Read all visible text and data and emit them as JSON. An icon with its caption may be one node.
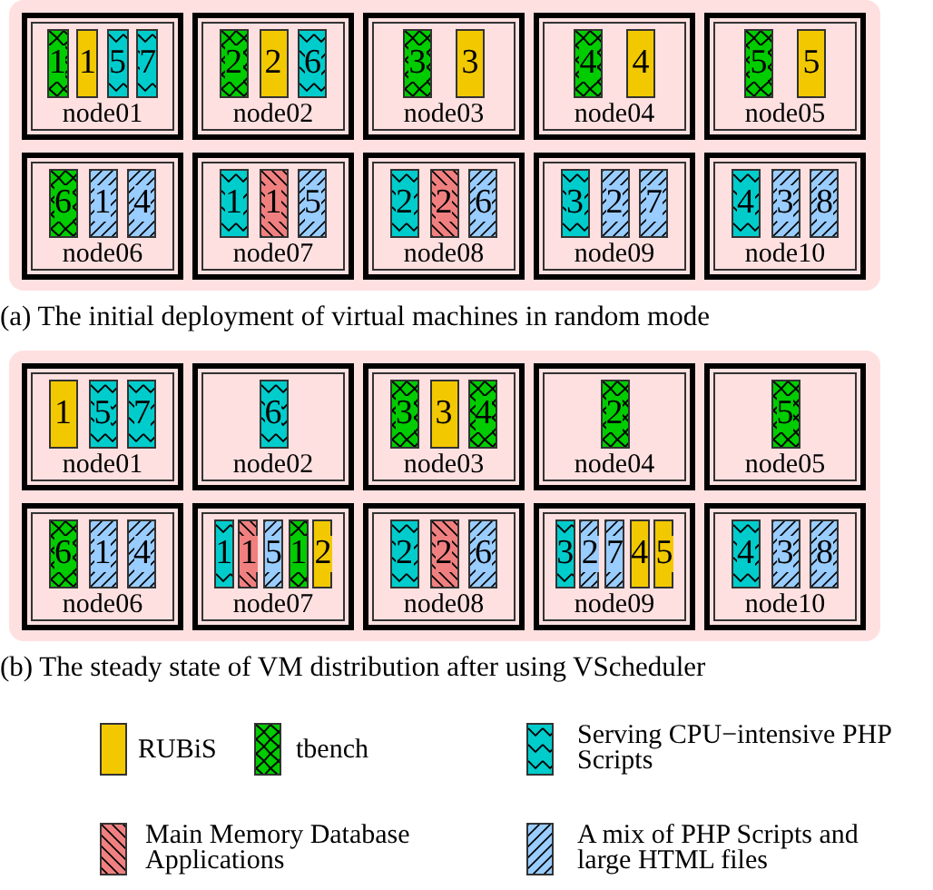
{
  "diagram": {
    "nodes": [
      {
        "text": [
          "(a) The initial deployment of virtual machines in random mode"
        ]
      },
      {
        "text": [
          "node01"
        ],
        "in": 0
      },
      {
        "text": [
          "1"
        ],
        "in": 1
      },
      {
        "text": [
          "1"
        ],
        "in": 1
      },
      {
        "text": [
          "5"
        ],
        "in": 1
      },
      {
        "text": [
          "7"
        ],
        "in": 1
      },
      {
        "text": [
          "node02"
        ],
        "in": 0
      },
      {
        "text": [
          "2"
        ],
        "in": 6
      },
      {
        "text": [
          "2"
        ],
        "in": 6
      },
      {
        "text": [
          "6"
        ],
        "in": 6
      },
      {
        "text": [
          "node03"
        ],
        "in": 0
      },
      {
        "text": [
          "3"
        ],
        "in": 10
      },
      {
        "text": [
          "3"
        ],
        "in": 10
      },
      {
        "text": [
          "node04"
        ],
        "in": 0
      },
      {
        "text": [
          "4"
        ],
        "in": 13
      },
      {
        "text": [
          "4"
        ],
        "in": 13
      },
      {
        "text": [
          "node05"
        ],
        "in": 0
      },
      {
        "text": [
          "5"
        ],
        "in": 16
      },
      {
        "text": [
          "5"
        ],
        "in": 16
      },
      {
        "text": [
          "node06"
        ],
        "in": 0
      },
      {
        "text": [
          "6"
        ],
        "in": 19
      },
      {
        "text": [
          "1"
        ],
        "in": 19
      },
      {
        "text": [
          "4"
        ],
        "in": 19
      },
      {
        "text": [
          "node07"
        ],
        "in": 0
      },
      {
        "text": [
          "1"
        ],
        "in": 23
      },
      {
        "text": [
          "1"
        ],
        "in": 23
      },
      {
        "text": [
          "5"
        ],
        "in": 23
      },
      {
        "text": [
          "node08"
        ],
        "in": 0
      },
      {
        "text": [
          "2"
        ],
        "in": 27
      },
      {
        "text": [
          "2"
        ],
        "in": 27
      },
      {
        "text": [
          "6"
        ],
        "in": 27
      },
      {
        "text": [
          "node09"
        ],
        "in": 0
      },
      {
        "text": [
          "3"
        ],
        "in": 31
      },
      {
        "text": [
          "2"
        ],
        "in": 31
      },
      {
        "text": [
          "7"
        ],
        "in": 31
      },
      {
        "text": [
          "node10"
        ],
        "in": 0
      },
      {
        "text": [
          "4"
        ],
        "in": 35
      },
      {
        "text": [
          "3"
        ],
        "in": 35
      },
      {
        "text": [
          "8"
        ],
        "in": 35
      },
      {
        "text": [
          "(b) The steady state of VM distribution after using VScheduler"
        ]
      },
      {
        "text": [
          "node01"
        ],
        "in": 39
      },
      {
        "text": [
          "1"
        ],
        "in": 40
      },
      {
        "text": [
          "5"
        ],
        "in": 40
      },
      {
        "text": [
          "7"
        ],
        "in": 40
      },
      {
        "text": [
          "node02"
        ],
        "in": 39
      },
      {
        "text": [
          "6"
        ],
        "in": 44
      },
      {
        "text": [
          "node03"
        ],
        "in": 39
      },
      {
        "text": [
          "3"
        ],
        "in": 46
      },
      {
        "text": [
          "3"
        ],
        "in": 46
      },
      {
        "text": [
          "4"
        ],
        "in": 46
      },
      {
        "text": [
          "node04"
        ],
        "in": 39
      },
      {
        "text": [
          "2"
        ],
        "in": 50
      },
      {
        "text": [
          "node05"
        ],
        "in": 39
      },
      {
        "text": [
          "5"
        ],
        "in": 52
      },
      {
        "text": [
          "node06"
        ],
        "in": 39
      },
      {
        "text": [
          "6"
        ],
        "in": 54
      },
      {
        "text": [
          "1"
        ],
        "in": 54
      },
      {
        "text": [
          "4"
        ],
        "in": 54
      },
      {
        "text": [
          "node07"
        ],
        "in": 39
      },
      {
        "text": [
          "1"
        ],
        "in": 58
      },
      {
        "text": [
          "1"
        ],
        "in": 58
      },
      {
        "text": [
          "5"
        ],
        "in": 58
      },
      {
        "text": [
          "1"
        ],
        "in": 58
      },
      {
        "text": [
          "2"
        ],
        "in": 58
      },
      {
        "text": [
          "node08"
        ],
        "in": 39
      },
      {
        "text": [
          "2"
        ],
        "in": 64
      },
      {
        "text": [
          "2"
        ],
        "in": 64
      },
      {
        "text": [
          "6"
        ],
        "in": 64
      },
      {
        "text": [
          "node09"
        ],
        "in": 39
      },
      {
        "text": [
          "3"
        ],
        "in": 68
      },
      {
        "text": [
          "2"
        ],
        "in": 68
      },
      {
        "text": [
          "7"
        ],
        "in": 68
      },
      {
        "text": [
          "4"
        ],
        "in": 68
      },
      {
        "text": [
          "5"
        ],
        "in": 68
      },
      {
        "text": [
          "node10"
        ],
        "in": 39
      },
      {
        "text": [
          "4"
        ],
        "in": 74
      },
      {
        "text": [
          "3"
        ],
        "in": 74
      },
      {
        "text": [
          "8"
        ],
        "in": 74
      }
    ],
    "legend": [
      {
        "text": "RUBiS",
        "color": "#f2c800"
      },
      {
        "text": "tbench",
        "color": "#00cc00"
      },
      {
        "text": "Serving CPU−intensive PHP Scripts",
        "color": "#00cccc"
      },
      {
        "text": "Main Memory Database Applications",
        "color": "#f08080"
      },
      {
        "text": "A mix of PHP Scripts and large HTML files",
        "color": "#99ccff"
      }
    ]
  }
}
